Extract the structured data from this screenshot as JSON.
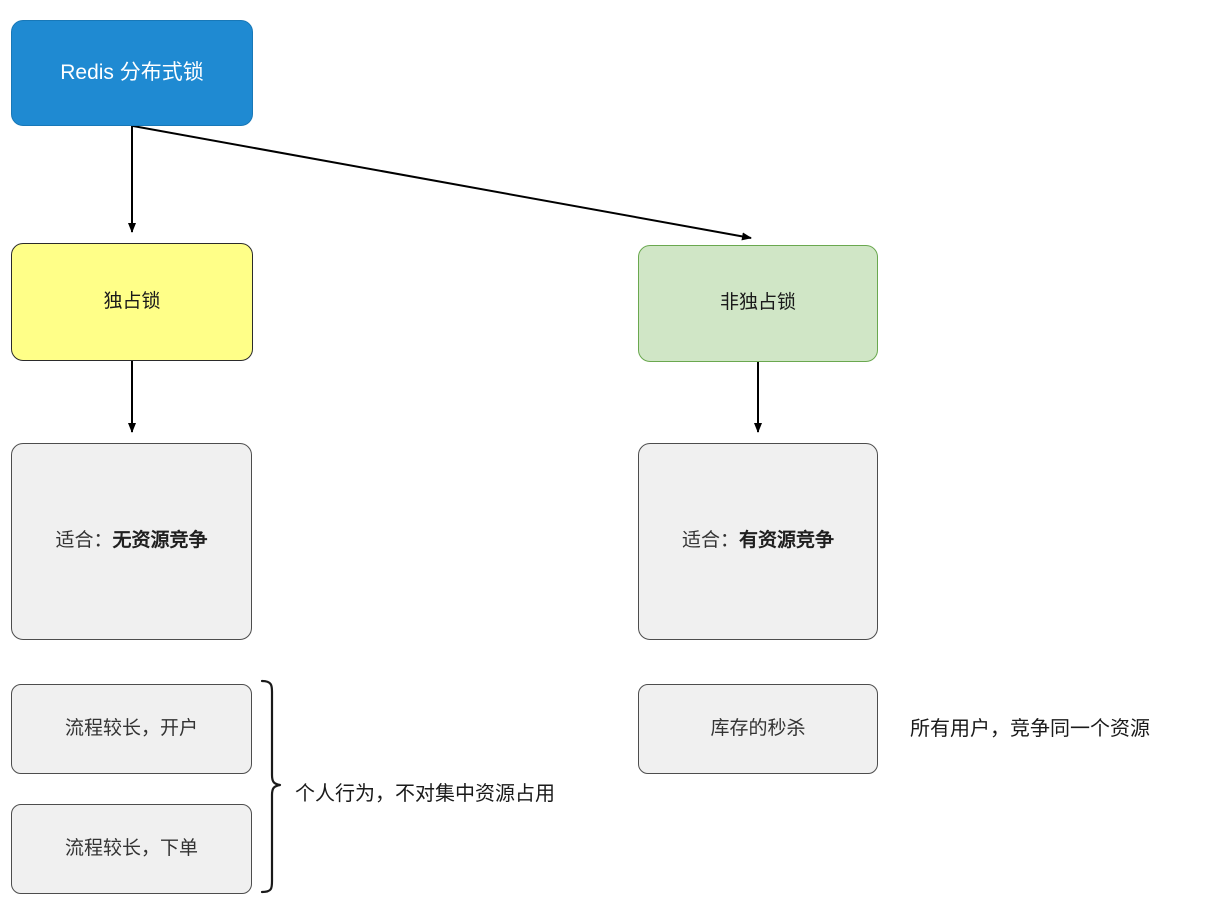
{
  "diagram": {
    "title": "Redis 分布式锁",
    "nodes": {
      "root": {
        "label": "Redis 分布式锁"
      },
      "exclusive": {
        "label": "独占锁"
      },
      "non_exclusive": {
        "label": "非独占锁"
      },
      "exclusive_desc": {
        "prefix": "适合：",
        "emphasis": "无资源竞争"
      },
      "non_exclusive_desc": {
        "prefix": "适合：",
        "emphasis": "有资源竞争"
      },
      "case_open_account": {
        "label": "流程较长，开户"
      },
      "case_place_order": {
        "label": "流程较长，下单"
      },
      "case_flash_sale": {
        "label": "库存的秒杀"
      }
    },
    "annotations": {
      "brace_note": "个人行为，不对集中资源占用",
      "right_note": "所有用户，竞争同一个资源"
    },
    "colors": {
      "root_fill": "#1f8ad2",
      "root_text": "#ffffff",
      "exclusive_fill": "#ffff88",
      "non_exclusive_fill": "#d0e6c6",
      "non_exclusive_stroke": "#6aa84f",
      "desc_fill": "#f0f0f0",
      "edge_stroke": "#000000"
    }
  }
}
